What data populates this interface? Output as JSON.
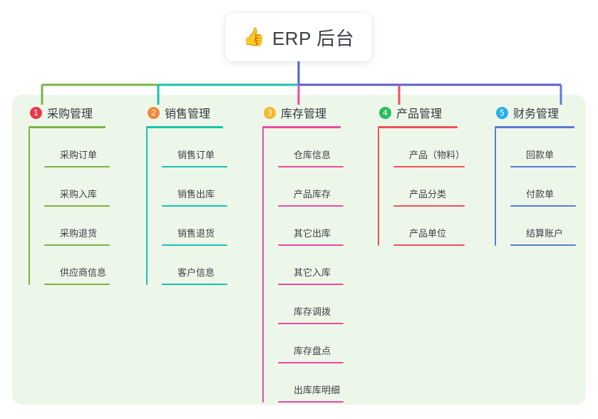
{
  "diagram": {
    "type": "mind-map",
    "root": {
      "icon": "thumbs-up-icon",
      "icon_glyph": "👍",
      "title": "ERP 后台"
    },
    "panel_color": "#EDF7E9",
    "root_connector_color": "#5B5BD6",
    "branches": [
      {
        "number": "1",
        "title": "采购管理",
        "badge_color": "#E8394B",
        "line_color": "#7CB342",
        "items": [
          "采购订单",
          "采购入库",
          "采购退货",
          "供应商信息"
        ]
      },
      {
        "number": "2",
        "title": "销售管理",
        "badge_color": "#F5873A",
        "line_color": "#18C2AE",
        "items": [
          "销售订单",
          "销售出库",
          "销售退货",
          "客户信息"
        ]
      },
      {
        "number": "3",
        "title": "库存管理",
        "badge_color": "#F5B731",
        "line_color": "#EC49A0",
        "items": [
          "仓库信息",
          "产品库存",
          "其它出库",
          "其它入库",
          "库存调拨",
          "库存盘点",
          "出库库明细"
        ]
      },
      {
        "number": "4",
        "title": "产品管理",
        "badge_color": "#2BBE5E",
        "line_color": "#F2505A",
        "items": [
          "产品（物料）",
          "产品分类",
          "产品单位"
        ]
      },
      {
        "number": "5",
        "title": "财务管理",
        "badge_color": "#27B0E8",
        "line_color": "#5B7BD6",
        "items": [
          "回款单",
          "付款单",
          "结算账户"
        ]
      }
    ]
  }
}
